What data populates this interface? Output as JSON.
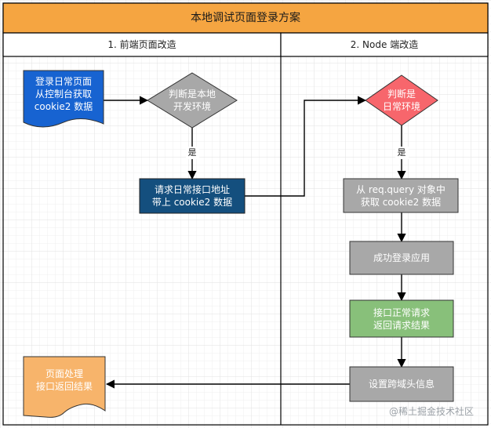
{
  "diagram": {
    "title": "本地调试页面登录方案",
    "lanes": [
      {
        "label": "1. 前端页面改造"
      },
      {
        "label": "2. Node 端改造"
      }
    ],
    "nodes": {
      "login_doc": {
        "lines": [
          "登录日常页面",
          "从控制台获取",
          "cookie2 数据"
        ]
      },
      "dev_decision": {
        "lines": [
          "判断是本地",
          "开发环境"
        ]
      },
      "request_api": {
        "lines": [
          "请求日常接口地址",
          "带上 cookie2 数据"
        ]
      },
      "daily_decision": {
        "lines": [
          "判断是",
          "日常环境"
        ]
      },
      "get_cookie": {
        "lines": [
          "从 req.query 对象中",
          "获取 cookie2 数据"
        ]
      },
      "login_app": {
        "lines": [
          "成功登录应用"
        ]
      },
      "normal_request": {
        "lines": [
          "接口正常请求",
          "返回请求结果"
        ]
      },
      "set_cors": {
        "lines": [
          "设置跨域头信息"
        ]
      },
      "page_process": {
        "lines": [
          "页面处理",
          "接口返回结果"
        ]
      }
    },
    "edge_labels": {
      "yes_left": "是",
      "yes_right": "是"
    },
    "watermark": "@稀土掘金技术社区"
  },
  "colors": {
    "title_fill": "#f5a541",
    "blue_doc": "#1763d1",
    "navy": "#144f7e",
    "gray": "#a8a8a8",
    "red": "#f7666c",
    "green": "#88c07a",
    "orange_doc": "#f7b46b",
    "line": "#000000",
    "grid": "#e6e6e6"
  }
}
